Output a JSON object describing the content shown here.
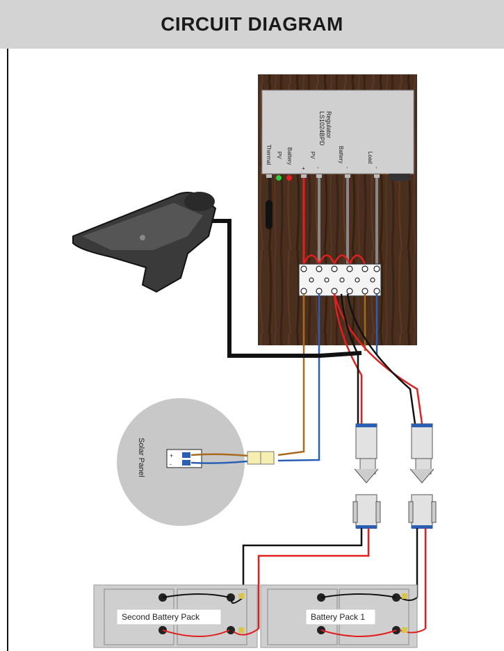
{
  "header": {
    "title": "CIRCUIT DIAGRAM"
  },
  "regulator": {
    "title": "Regulator",
    "model": "LS1024BPD",
    "terminals": [
      "Thermal",
      "PV",
      "Battery",
      "PV",
      "Battery",
      "Load"
    ],
    "terminal_signs": [
      "+",
      "-",
      "-",
      "-"
    ]
  },
  "solar_panel": {
    "label": "Solar Panel",
    "signs": [
      "+",
      "-"
    ]
  },
  "batteries": {
    "pack1": "Battery Pack 1",
    "pack2": "Second Battery Pack"
  },
  "colors": {
    "positive_wire": "#e02020",
    "negative_wire": "#111111",
    "pv_positive_wire": "#a86a1e",
    "pv_negative_wire": "#2a5fb4",
    "board": "#4a2e1e",
    "regulator": "#d0d0d0"
  }
}
